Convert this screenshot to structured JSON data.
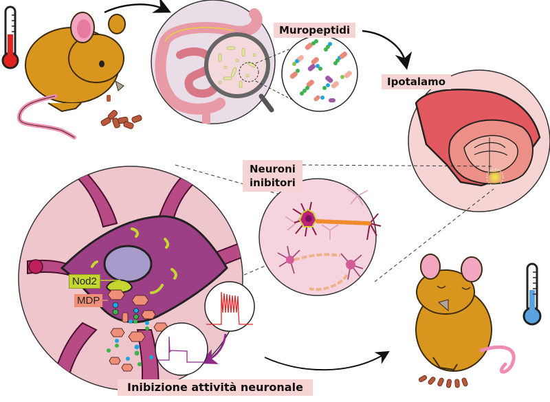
{
  "figure": {
    "language": "it",
    "labels": {
      "muropeptides": "Muropeptidi",
      "hypothalamus": "Ipotalamo",
      "inhibitory_neurons_line1": "Neuroni",
      "inhibitory_neurons_line2": "inibitori",
      "neuronal_inhibition": "Inibizione attività neuronale",
      "receptor": "Nod2",
      "ligand": "MDP"
    },
    "colors": {
      "label_background": "#f6d4d3",
      "nod2_tag": "#c4d62f",
      "mdp_tag": "#ef8f78",
      "mouse_fur": "#d9961e",
      "thermometer_hot": "#e1231f",
      "thermometer_cold": "#5aa3e0",
      "neuron_soma": "#9c3f86",
      "firing_trace": "#e52424",
      "inhibited_trace": "#8e2a8a"
    },
    "panels": [
      {
        "id": "fed-mouse",
        "description": "Mouse eating pellets, warm (red thermometer)"
      },
      {
        "id": "intestine",
        "description": "Gut with magnifier showing bacteria"
      },
      {
        "id": "muropeptides",
        "description": "Muropeptide molecules released from bacteria"
      },
      {
        "id": "hypothalamus",
        "description": "Brain section highlighting hypothalamus"
      },
      {
        "id": "inhibitory-neurons",
        "description": "Network of inhibitory neurons"
      },
      {
        "id": "neuron-detail",
        "description": "Neuron with Nod2 receptor binding MDP"
      },
      {
        "id": "resting-mouse",
        "description": "Mouse resting after eating, cold (blue thermometer)"
      }
    ],
    "thermometers": {
      "hot_level": 0.55,
      "cold_level": 0.55
    },
    "traces": {
      "before": "high-frequency firing",
      "after": "single spike then plateau (inhibited)"
    }
  }
}
